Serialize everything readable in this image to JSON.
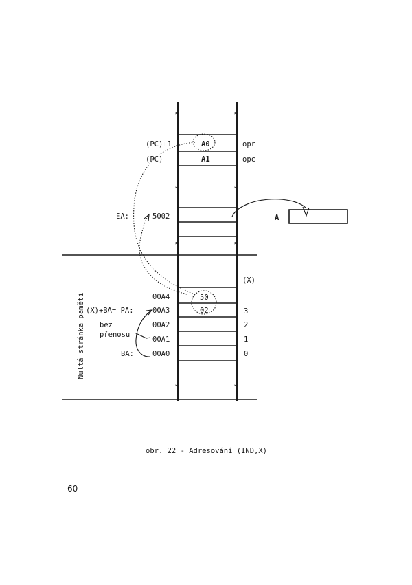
{
  "diagram": {
    "labels": {
      "pc_plus_1": "(PC)+1",
      "pc": "(PC)",
      "ea": "EA:",
      "ea_value": "5002",
      "x_plus_ba": "(X)+BA= PA:",
      "bez": "bez",
      "prenosu": "přenosu",
      "ba": "BA:",
      "x_reg": "(X)",
      "a_reg": "A",
      "zero_page": "Nultá stránka paměti"
    },
    "cells": {
      "a0": "A0",
      "a1": "A1",
      "v50": "50",
      "v02": "02"
    },
    "right_labels": {
      "opr": "opr",
      "opc": "opc",
      "i3": "3",
      "i2": "2",
      "i1": "1",
      "i0": "0"
    },
    "addresses": {
      "a4": "00A4",
      "a3": "00A3",
      "a2": "00A2",
      "a1": "00A1",
      "a0": "00A0"
    },
    "break_mark": "≈"
  },
  "caption": "obr. 22 - Adresování (IND,X)",
  "page_number": "60"
}
